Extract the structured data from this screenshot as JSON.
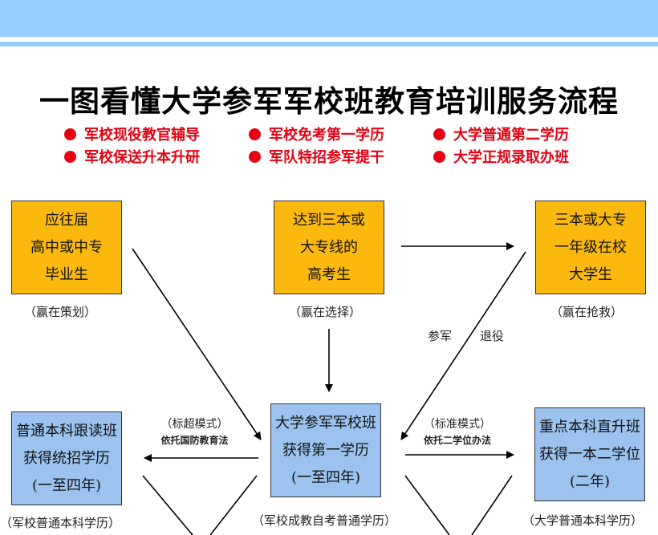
{
  "title": "一图看懂大学参军军校班教育培训服务流程",
  "bullets": [
    {
      "label": "军校现役教官辅导"
    },
    {
      "label": "军校免考第一学历"
    },
    {
      "label": "大学普通第二学历"
    },
    {
      "label": "军校保送升本升研"
    },
    {
      "label": "军队特招参军提干"
    },
    {
      "label": "大学正规录取办班"
    }
  ],
  "nodes": {
    "top_left": {
      "lines": [
        "应往届",
        "高中或中专",
        "毕业生"
      ],
      "caption": "（赢在策划）"
    },
    "top_mid": {
      "lines": [
        "达到三本或",
        "大专线的",
        "高考生"
      ],
      "caption": "（赢在选择）"
    },
    "top_right": {
      "lines": [
        "三本或大专",
        "一年级在校",
        "大学生"
      ],
      "caption": "（赢在抢救）"
    },
    "mid_left": {
      "lines": [
        "普通本科跟读班",
        "获得统招学历",
        "(一至四年)"
      ],
      "caption": "（军校普通本科学历）"
    },
    "mid_center": {
      "lines": [
        "大学参军军校班",
        "获得第一学历",
        "(一至四年)"
      ],
      "caption": "（军校成教自考普通学历）"
    },
    "mid_right": {
      "lines": [
        "重点本科直升班",
        "获得一本二学位",
        "(二年)"
      ],
      "caption": "（大学普通本科学历）"
    }
  },
  "modes": {
    "left": {
      "label": "（标超模式）",
      "sub": "依托国防教育法"
    },
    "right": {
      "label": "（标准模式）",
      "sub": "依托二学位办法"
    }
  },
  "arrow_labels": {
    "enlist": "参军",
    "retire": "退役"
  },
  "colors": {
    "header": "#99ccff",
    "accent": "#e60012",
    "orange_box": "#fbb90f",
    "blue_box": "#9cc3f0"
  }
}
